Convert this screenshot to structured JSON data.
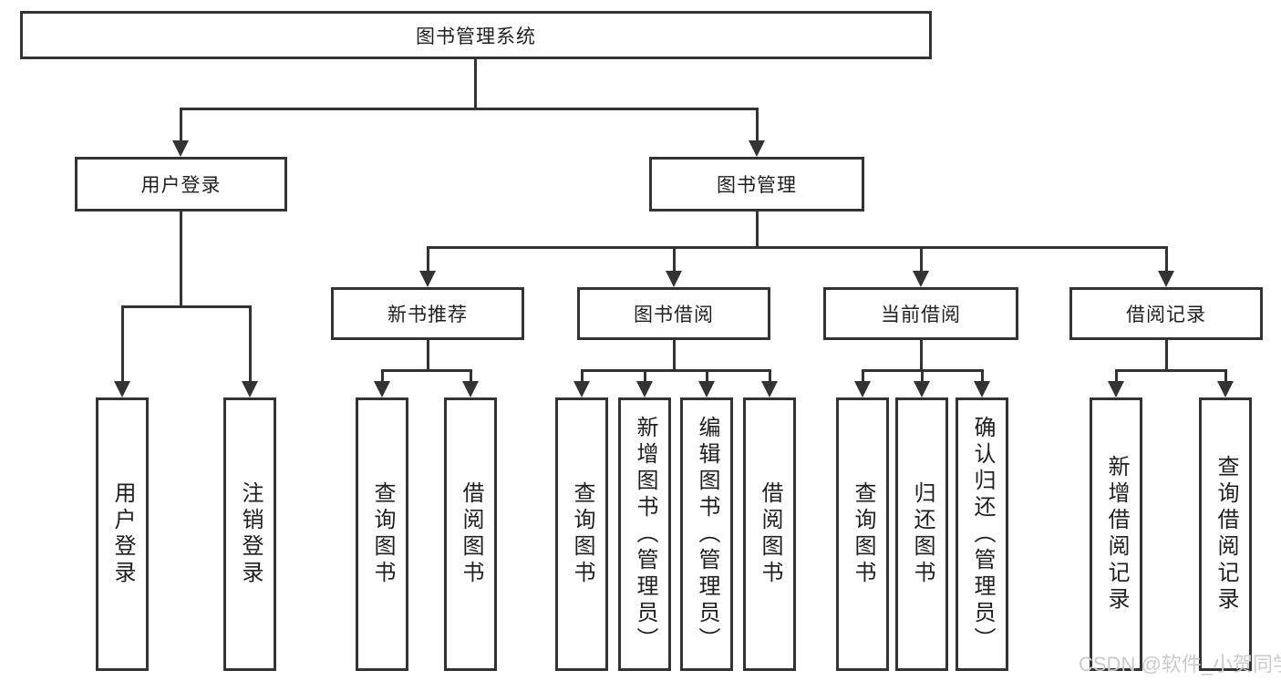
{
  "diagram": {
    "root": {
      "label": "图书管理系统"
    },
    "level2": {
      "user_login": {
        "label": "用户登录"
      },
      "book_management": {
        "label": "图书管理"
      }
    },
    "level3": {
      "new_book_recommend": {
        "label": "新书推荐"
      },
      "book_borrow": {
        "label": "图书借阅"
      },
      "current_borrow": {
        "label": "当前借阅"
      },
      "borrow_records": {
        "label": "借阅记录"
      }
    },
    "leaves": {
      "user_login": [
        "用户登录",
        "注销登录"
      ],
      "new_book_recommend": [
        "查询图书",
        "借阅图书"
      ],
      "book_borrow": [
        "查询图书",
        "新增图书（管理员）",
        "编辑图书（管理员）",
        "借阅图书"
      ],
      "current_borrow": [
        "查询图书",
        "归还图书",
        "确认归还（管理员）"
      ],
      "borrow_records": [
        "新增借阅记录",
        "查询借阅记录"
      ]
    },
    "watermark": "CSDN @软件_小贺同学"
  },
  "colors": {
    "line": "#333333",
    "text": "#1f1f1f",
    "watermark": "#cbcbcb",
    "background": "#ffffff"
  }
}
